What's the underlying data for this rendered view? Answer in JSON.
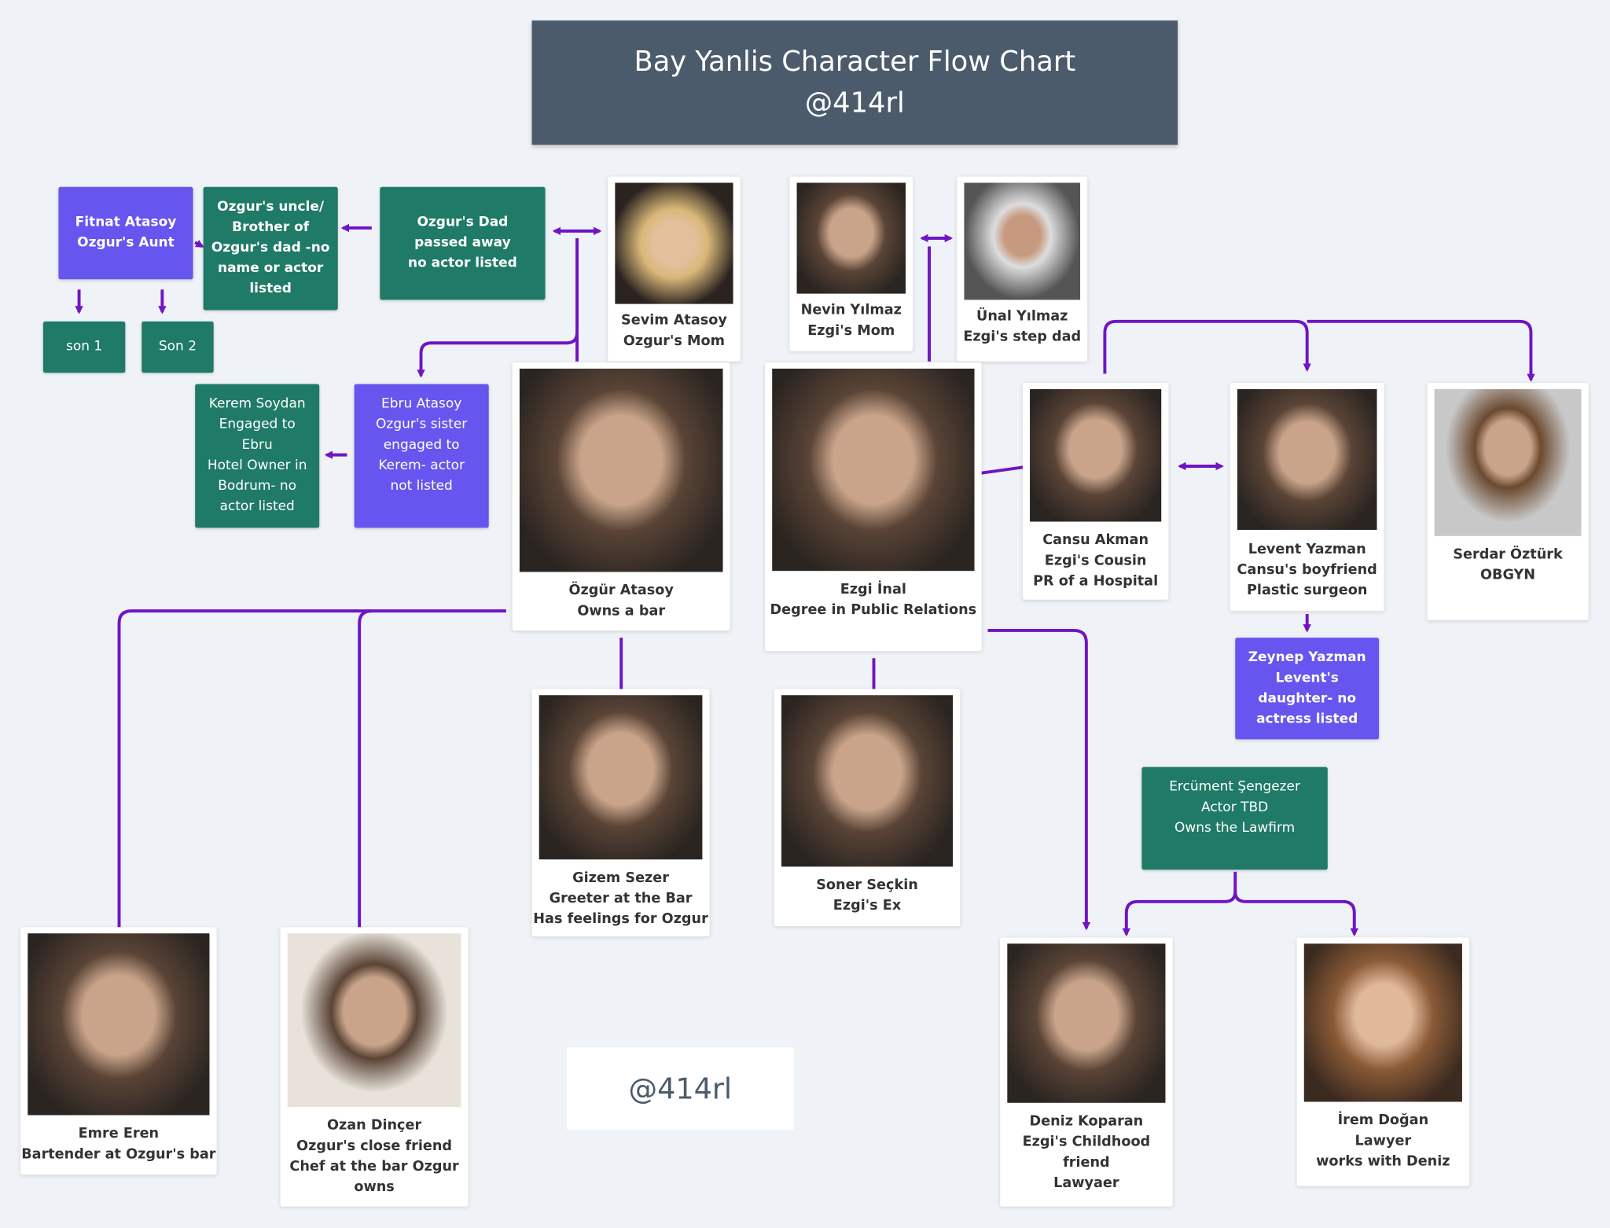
{
  "title": "Bay Yanlis Character Flow Chart\n@414rl",
  "watermark": "@414rl",
  "colors": {
    "green": "#1f7a68",
    "purple": "#6655ee",
    "title_bg": "#4b5b6b",
    "connector": "#7014c4"
  },
  "boxes": {
    "fitnat": "Fitnat Atasoy\nOzgur's Aunt",
    "uncle": "Ozgur's uncle/\nBrother of\nOzgur's dad -no\nname or actor\nlisted",
    "dad": "Ozgur's Dad\npassed away\nno actor listed",
    "son1": "son 1",
    "son2": "Son 2",
    "kerem": "Kerem Soydan\nEngaged to\nEbru\nHotel Owner in\nBodrum- no\nactor listed",
    "ebru": "Ebru Atasoy\nOzgur's sister\nengaged to\nKerem- actor\nnot listed",
    "zeynep": "Zeynep Yazman\nLevent's\ndaughter- no\nactress listed",
    "ercument": "Ercüment Şengezer\nActor TBD\nOwns the Lawfirm"
  },
  "cards": {
    "sevim": "Sevim Atasoy\nOzgur's Mom",
    "nevin": "Nevin Yılmaz\nEzgi's Mom",
    "unal": "Ünal Yılmaz\nEzgi's step dad",
    "ozgur": "Özgür Atasoy\nOwns a bar",
    "ezgi": "Ezgi İnal\nDegree in Public Relations",
    "cansu": "Cansu Akman\nEzgi's Cousin\nPR of a Hospital",
    "levent": "Levent Yazman\nCansu's boyfriend\nPlastic surgeon",
    "serdar": "Serdar Öztürk\nOBGYN",
    "gizem": "Gizem Sezer\nGreeter at the Bar\nHas feelings for Ozgur",
    "soner": "Soner Seçkin\nEzgi's Ex",
    "emre": "Emre Eren\nBartender at Ozgur's bar",
    "ozan": "Ozan Dinçer\nOzgur's close friend\nChef at the bar Ozgur\nowns",
    "deniz": "Deniz Koparan\nEzgi's Childhood\nfriend\nLawyaer",
    "irem": "İrem Doğan\nLawyer\nworks with Deniz"
  }
}
